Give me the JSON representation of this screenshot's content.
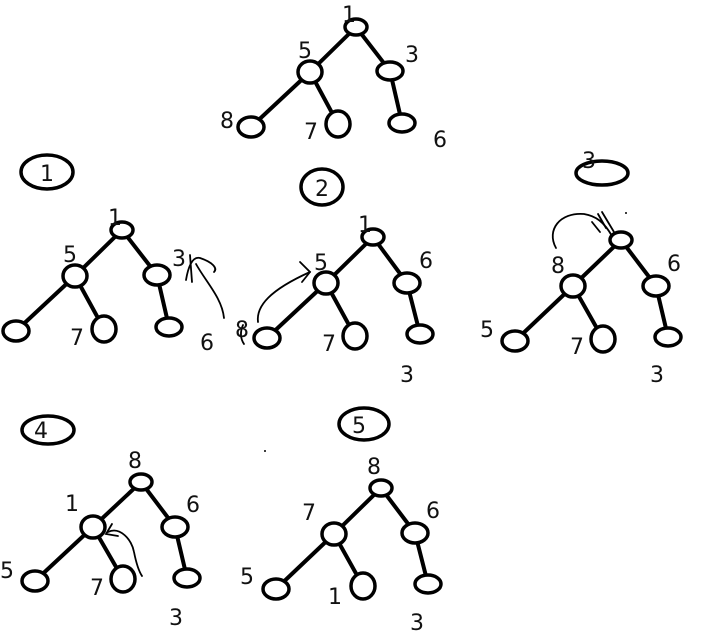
{
  "trees": [
    {
      "step": "",
      "labels": [
        "1",
        "5",
        "3",
        "8",
        "7",
        "6"
      ]
    },
    {
      "step": "1",
      "labels": [
        "1",
        "5",
        "3",
        "",
        "7",
        "6"
      ]
    },
    {
      "step": "2",
      "labels": [
        "1",
        "5",
        "6",
        "8",
        "7",
        "3"
      ]
    },
    {
      "step": "3",
      "labels": [
        "",
        "8",
        "6",
        "5",
        "7",
        "3"
      ]
    },
    {
      "step": "4",
      "labels": [
        "8",
        "1",
        "6",
        "5",
        "7",
        "3"
      ]
    },
    {
      "step": "5",
      "labels": [
        "8",
        "7",
        "6",
        "5",
        "1",
        "3"
      ]
    }
  ]
}
